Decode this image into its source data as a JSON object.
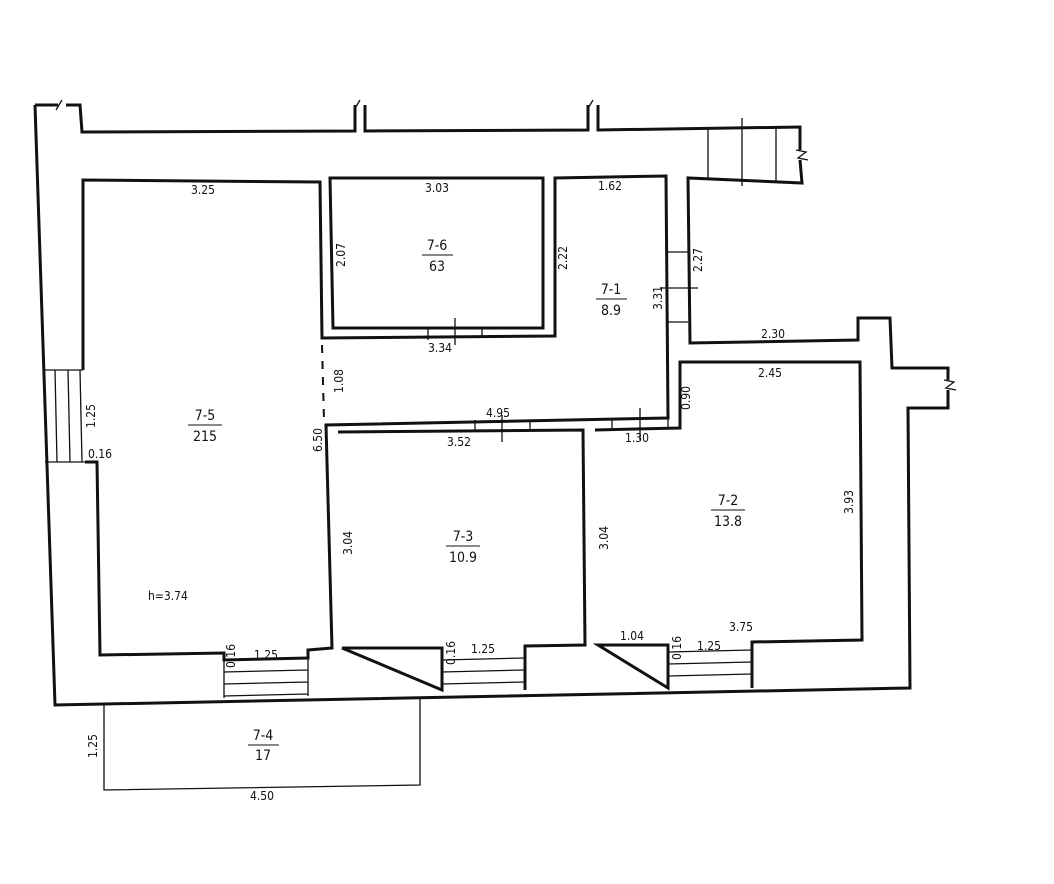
{
  "rooms": [
    {
      "id": "7-5",
      "area": "215"
    },
    {
      "id": "7-6",
      "area": "63"
    },
    {
      "id": "7-1",
      "area": "8.9"
    },
    {
      "id": "7-3",
      "area": "10.9"
    },
    {
      "id": "7-2",
      "area": "13.8"
    },
    {
      "id": "7-4",
      "area": "17"
    }
  ],
  "dimensions": {
    "d325": "3.25",
    "d303": "3.03",
    "d162": "1.62",
    "d207": "2.07",
    "d222": "2.22",
    "d227": "2.27",
    "d331": "3.31",
    "d334": "3.34",
    "d108": "1.08",
    "d230": "2.30",
    "d245": "2.45",
    "d090": "0.90",
    "d495": "4.95",
    "d352": "3.52",
    "d130": "1.30",
    "d125a": "1.25",
    "d016a": "0.16",
    "d650": "6.50",
    "d304a": "3.04",
    "d304b": "3.04",
    "d393": "3.93",
    "d375": "3.75",
    "d104": "1.04",
    "d016b": "0.16",
    "d125b": "1.25",
    "d016c": "0.16",
    "d125c": "1.25",
    "d016d": "0.16",
    "d125d": "1.25",
    "d125e": "1.25",
    "d450": "4.50"
  },
  "height_note": "h=3.74"
}
